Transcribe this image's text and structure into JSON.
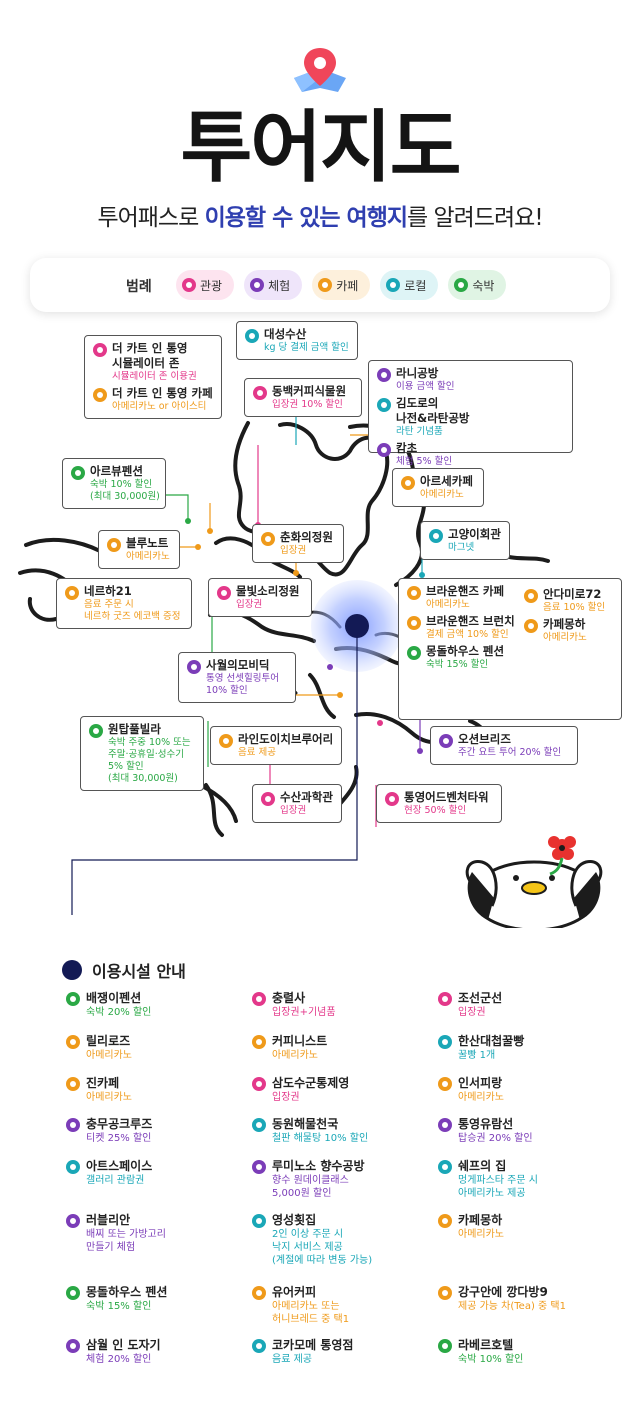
{
  "header": {
    "title": "투어지도",
    "subtitle_pre": "투어패스로 ",
    "subtitle_hl1": "이용할 수 있는 여행지",
    "subtitle_post": "를 알려드려요!"
  },
  "legend": {
    "title": "범례",
    "items": [
      {
        "label": "관광",
        "color": "#e3388a",
        "bg": "#fde4ef"
      },
      {
        "label": "체험",
        "color": "#7b3db8",
        "bg": "#efe5fa"
      },
      {
        "label": "카페",
        "color": "#ef9a1a",
        "bg": "#fdf0dc"
      },
      {
        "label": "로컬",
        "color": "#1aa7b7",
        "bg": "#def4f6"
      },
      {
        "label": "숙박",
        "color": "#2aa845",
        "bg": "#e0f4e4"
      }
    ]
  },
  "colors": {
    "tour": "#e3388a",
    "exp": "#7b3db8",
    "cafe": "#ef9a1a",
    "local": "#1aa7b7",
    "stay": "#2aa845",
    "navy": "#131a55",
    "glow": "#8fa6ff"
  },
  "map_cards": {
    "cart": [
      {
        "name": "더 카트 인 통영",
        "name2": "시뮬레이터 존",
        "desc": "시뮬레이터 존 이용권",
        "cat": "tour"
      },
      {
        "name": "더 카트 인 통영 카페",
        "desc": "아메리카노 or 아이스티",
        "cat": "cafe"
      }
    ],
    "daesung": [
      {
        "name": "대성수산",
        "desc": "kg 당 결제 금액 할인",
        "cat": "local"
      }
    ],
    "dongbaek": [
      {
        "name": "동백커피식물원",
        "desc": "입장권 10% 할인",
        "cat": "tour"
      }
    ],
    "rani": [
      {
        "name": "라니공방",
        "desc": "이용 금액 할인",
        "cat": "exp"
      },
      {
        "name": "김도로의",
        "name2": "나전&라탄공방",
        "desc": "라탄 기념품",
        "cat": "local"
      },
      {
        "name": "캄초",
        "desc": "체험 5% 할인",
        "cat": "exp"
      }
    ],
    "arbu": [
      {
        "name": "아르뷰펜션",
        "desc": "숙박 10% 할인",
        "desc2": "(최대 30,000원)",
        "cat": "stay"
      }
    ],
    "arse": [
      {
        "name": "아르세카페",
        "desc": "아메리카노",
        "cat": "cafe"
      }
    ],
    "blue": [
      {
        "name": "블루노트",
        "desc": "아메리카노",
        "cat": "cafe"
      }
    ],
    "chunhwa": [
      {
        "name": "춘화의정원",
        "desc": "입장권",
        "cat": "cafe"
      }
    ],
    "goyang": [
      {
        "name": "고양이회관",
        "desc": "마그넷",
        "cat": "local"
      }
    ],
    "nerha": [
      {
        "name": "네르하21",
        "desc": "음료 주문 시",
        "desc2": "네르하 굿즈 에코백 증정",
        "cat": "cafe"
      }
    ],
    "mulbit": [
      {
        "name": "물빛소리정원",
        "desc": "입장권",
        "cat": "tour"
      }
    ],
    "brownhands": [
      {
        "name": "브라운핸즈 카페",
        "desc": "아메리카노",
        "cat": "cafe"
      },
      {
        "name": "브라운핸즈 브런치",
        "desc": "결제 금액 10% 할인",
        "cat": "cafe"
      },
      {
        "name": "몽돌하우스 펜션",
        "desc": "숙박 15% 할인",
        "cat": "stay"
      }
    ],
    "andami": [
      {
        "name": "안다미로72",
        "desc": "음료 10% 할인",
        "cat": "cafe"
      },
      {
        "name": "카페몽하",
        "desc": "아메리카노",
        "cat": "cafe"
      }
    ],
    "sawol": [
      {
        "name": "사월의모비딕",
        "desc": "통영 선셋힐링투어",
        "desc2": "10% 할인",
        "cat": "exp"
      }
    ],
    "wontap": [
      {
        "name": "원탑풀빌라",
        "desc": "숙박 주중 10% 또는",
        "desc2": "주말·공휴일·성수기",
        "desc3": "5% 할인",
        "desc4": "(최대 30,000원)",
        "cat": "stay"
      }
    ],
    "laindo": [
      {
        "name": "라인도이치브루어리",
        "desc": "음료 제공",
        "cat": "cafe"
      }
    ],
    "ocean": [
      {
        "name": "오션브리즈",
        "desc": "주간 요트 투어 20% 할인",
        "cat": "exp"
      }
    ],
    "susan": [
      {
        "name": "수산과학관",
        "desc": "입장권",
        "cat": "tour"
      }
    ],
    "adventure": [
      {
        "name": "통영어드벤처타워",
        "desc": "현장 50% 할인",
        "cat": "tour"
      }
    ]
  },
  "facilities": {
    "title": "이용시설 안내",
    "items": [
      {
        "name": "배쟁이펜션",
        "desc": "숙박 20% 할인",
        "cat": "stay"
      },
      {
        "name": "충렬사",
        "desc": "입장권+기념품",
        "cat": "tour"
      },
      {
        "name": "조선군선",
        "desc": "입장권",
        "cat": "tour"
      },
      {
        "name": "릴리로즈",
        "desc": "아메리카노",
        "cat": "cafe"
      },
      {
        "name": "커피니스트",
        "desc": "아메리카노",
        "cat": "cafe"
      },
      {
        "name": "한산대첩꿀빵",
        "desc": "꿀빵 1개",
        "cat": "local"
      },
      {
        "name": "진카페",
        "desc": "아메리카노",
        "cat": "cafe"
      },
      {
        "name": "삼도수군통제영",
        "desc": "입장권",
        "cat": "tour"
      },
      {
        "name": "인서피랑",
        "desc": "아메리카노",
        "cat": "cafe"
      },
      {
        "name": "충무공크루즈",
        "desc": "티켓 25% 할인",
        "cat": "exp"
      },
      {
        "name": "동원해물천국",
        "desc": "철판 해물탕 10% 할인",
        "cat": "local"
      },
      {
        "name": "통영유람선",
        "desc": "탑승권 20% 할인",
        "cat": "exp"
      },
      {
        "name": "아트스페이스",
        "desc": "갤러리 관람권",
        "cat": "local"
      },
      {
        "name": "루미노소 향수공방",
        "desc": "향수 원데이클래스",
        "desc2": "5,000원 할인",
        "cat": "exp"
      },
      {
        "name": "쉐프의 집",
        "desc": "멍게파스타 주문 시",
        "desc2": "아메리카노 제공",
        "cat": "local"
      },
      {
        "name": "러블리안",
        "desc": "배찌 또는 가방고리",
        "desc2": "만들기 체험",
        "cat": "exp"
      },
      {
        "name": "영성횟집",
        "desc": "2인 이상 주문 시",
        "desc2": "낙지 서비스 제공",
        "desc3": "(계절에 따라 변동 가능)",
        "cat": "local"
      },
      {
        "name": "카페몽하",
        "desc": "아메리카노",
        "cat": "cafe"
      },
      {
        "name": "몽돌하우스 펜션",
        "desc": "숙박 15% 할인",
        "cat": "stay"
      },
      {
        "name": "유어커피",
        "desc": "아메리카노 또는",
        "desc2": "허니브레드 중 택1",
        "cat": "cafe"
      },
      {
        "name": "강구안에 깡다방9",
        "desc": "제공 가능 차(Tea) 중 택1",
        "cat": "cafe"
      },
      {
        "name": "삼월 인 도자기",
        "desc": "체험 20% 할인",
        "cat": "exp"
      },
      {
        "name": "코카모메 통영점",
        "desc": "음료 제공",
        "cat": "local"
      },
      {
        "name": "라베르호텔",
        "desc": "숙박 10% 할인",
        "cat": "stay"
      }
    ]
  }
}
